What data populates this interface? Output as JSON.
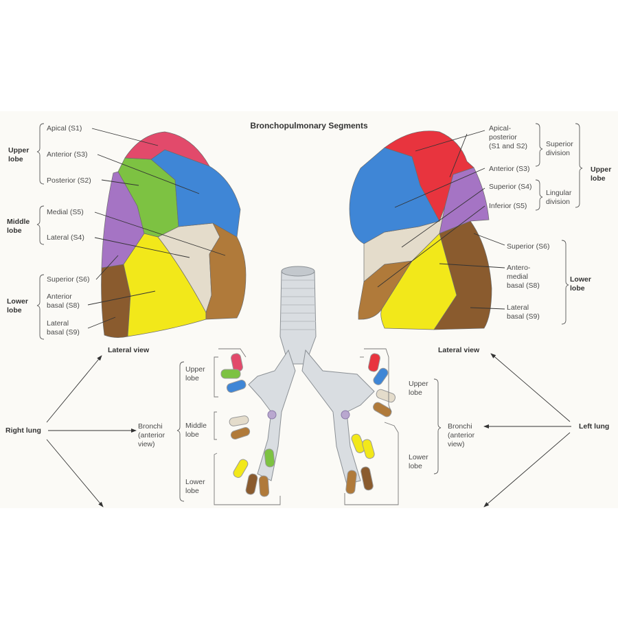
{
  "title": "Bronchopulmonary Segments",
  "colors": {
    "red": "#e8343e",
    "pink": "#e24a6b",
    "green": "#7dc242",
    "blue": "#3f86d6",
    "violet": "#a574c4",
    "yellow": "#f2e81a",
    "brown": "#8a5b2e",
    "tan": "#b07a3a",
    "beige": "#e4dccb",
    "trachea": "#d9dde1"
  },
  "right_lung": {
    "lobes": {
      "upper": "Upper\nlobe",
      "middle": "Middle\nlobe",
      "lower": "Lower\nlobe"
    },
    "segments": {
      "apical": "Apical (S1)",
      "anterior": "Anterior (S3)",
      "posterior": "Posterior (S2)",
      "medial": "Medial (S5)",
      "lateral": "Lateral (S4)",
      "superior": "Superior (S6)",
      "anterior_basal": "Anterior\nbasal (S8)",
      "lateral_basal": "Lateral\nbasal (S9)"
    },
    "view": "Lateral view",
    "name": "Right lung"
  },
  "left_lung": {
    "divisions": {
      "superior": "Superior\ndivision",
      "lingular": "Lingular\ndivision"
    },
    "lobes": {
      "upper": "Upper\nlobe",
      "lower": "Lower\nlobe"
    },
    "segments": {
      "apical_posterior": "Apical-\nposterior\n(S1 and S2)",
      "anterior": "Anterior (S3)",
      "superior_s4": "Superior (S4)",
      "inferior": "Inferior (S5)",
      "superior_s6": "Superior (S6)",
      "anteromedial_basal": "Antero-\nmedial\nbasal (S8)",
      "lateral_basal": "Lateral\nbasal (S9)"
    },
    "view": "Lateral view",
    "name": "Left lung"
  },
  "bronchi": {
    "right": {
      "upper": "Upper\nlobe",
      "middle": "Middle\nlobe",
      "lower": "Lower\nlobe",
      "label": "Bronchi\n(anterior\nview)"
    },
    "left": {
      "upper": "Upper\nlobe",
      "lower": "Lower\nlobe",
      "label": "Bronchi\n(anterior\nview)"
    }
  }
}
